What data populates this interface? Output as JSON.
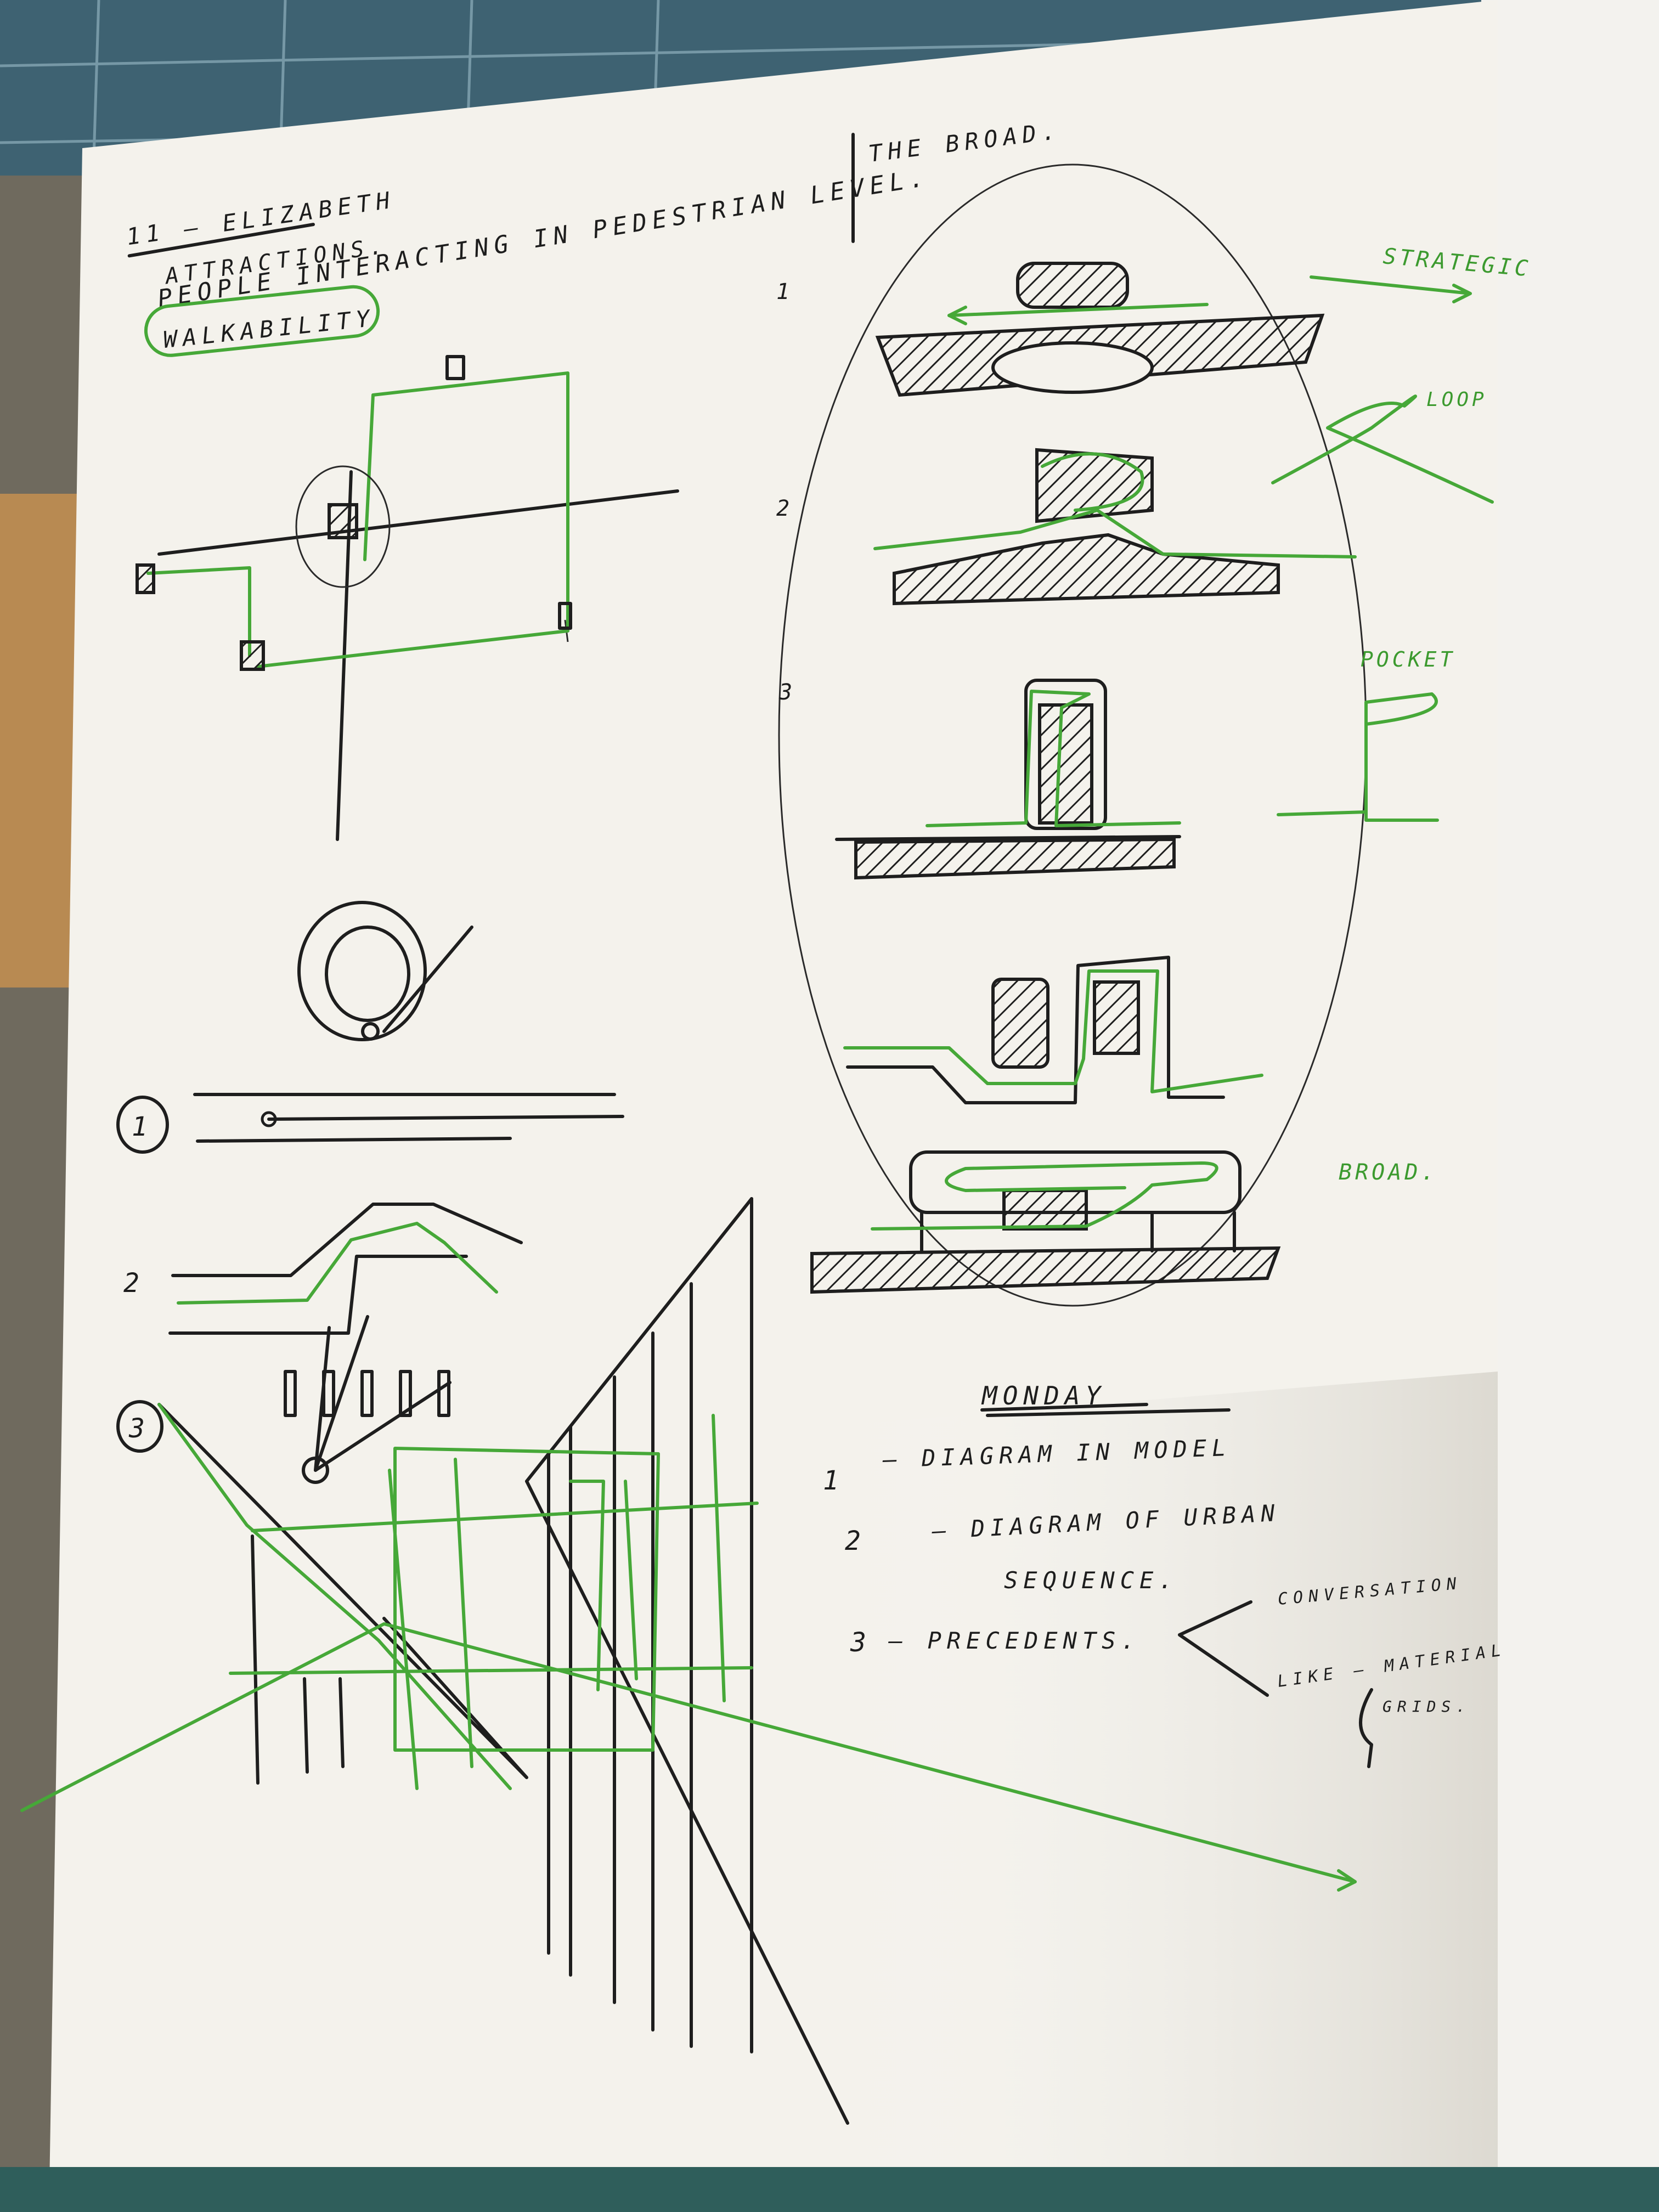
{
  "notes": {
    "header": "11 — ELIZABETH",
    "line1": "ATTRACTIONS.",
    "line2": "PEOPLE INTERACTING IN PEDESTRIAN LEVEL.",
    "keyword": "WALKABILITY",
    "right_header": "THE BROAD."
  },
  "diagrams": {
    "n1": "1",
    "n2": "2",
    "n3": "3",
    "labels": [
      "STRATEGIC",
      "LOOP",
      "POCKET",
      "BROAD."
    ]
  },
  "left_list": {
    "c1": "1",
    "c2": "2",
    "c3": "3"
  },
  "monday": {
    "title": "MONDAY",
    "item1_num": "1",
    "item1": "— DIAGRAM IN MODEL",
    "item2_num": "2",
    "item2a": "— DIAGRAM OF URBAN",
    "item2b": "SEQUENCE.",
    "item3_num": "3",
    "item3": "— PRECEDENTS.",
    "branch1": "CONVERSATION",
    "branch2": "LIKE — MATERIAL",
    "branch3": "GRIDS."
  },
  "colors": {
    "paper": "#f4f2ec",
    "ink": "#1e1e1e",
    "green": "#46a838",
    "desk": "#6f6a5e"
  }
}
